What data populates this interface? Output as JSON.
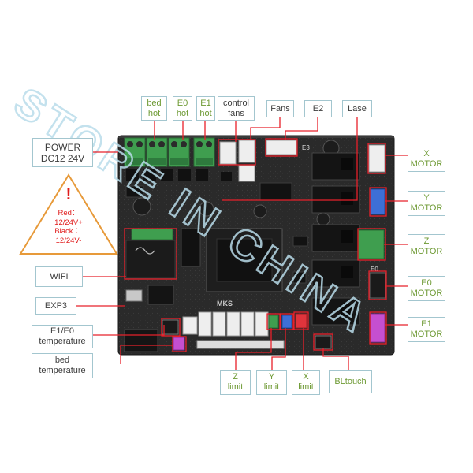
{
  "watermark": "STORE IN CHINA",
  "warning": {
    "mark": "!",
    "red_label": "Red：",
    "red_value": "12/24V+",
    "black_label": "Black ：",
    "black_value": "12/24V-"
  },
  "labels": {
    "bed_hot": [
      "bed",
      "hot"
    ],
    "e0_hot": [
      "E0",
      "hot"
    ],
    "e1_hot": [
      "E1",
      "hot"
    ],
    "control_fans": [
      "control",
      "fans"
    ],
    "fans": [
      "Fans"
    ],
    "e2": [
      "E2"
    ],
    "lase": [
      "Lase"
    ],
    "power": [
      "POWER",
      "DC12 24V"
    ],
    "wifi": [
      "WIFI"
    ],
    "exp3": [
      "EXP3"
    ],
    "e1_e0_temperature": [
      "E1/E0",
      "temperature"
    ],
    "bed_temperature": [
      "bed",
      "temperature"
    ],
    "x_motor": [
      "X",
      "MOTOR"
    ],
    "y_motor": [
      "Y",
      "MOTOR"
    ],
    "z_motor": [
      "Z",
      "MOTOR"
    ],
    "e0_motor": [
      "E0",
      "MOTOR"
    ],
    "e1_motor": [
      "E1",
      "MOTOR"
    ],
    "z_limit": [
      "Z",
      "limit"
    ],
    "y_limit": [
      "Y",
      "limit"
    ],
    "x_limit": [
      "X",
      "limit"
    ],
    "bltouch": [
      "BLtouch"
    ]
  },
  "board": {
    "silk_e3": "E3",
    "silk_e0": "E0",
    "silk_brand": "MKS"
  },
  "colors": {
    "label_text": "#6e9a34",
    "label_border": "#a3c6cf",
    "callout_line": "#e8202a",
    "board": "#262626",
    "terminal_green": "#3f9e4f",
    "watermark": "#b9dcea"
  }
}
